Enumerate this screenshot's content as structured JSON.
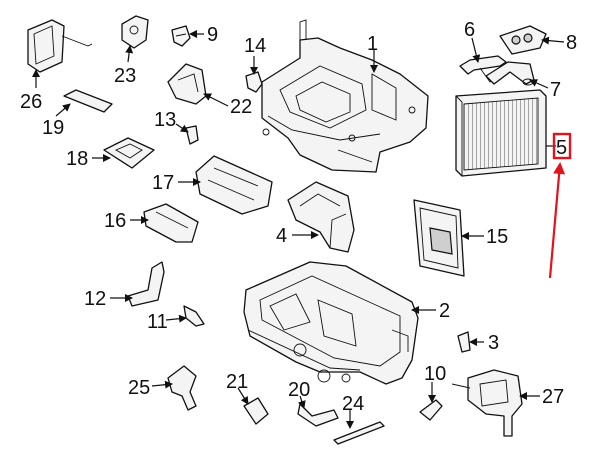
{
  "callouts": [
    "1",
    "2",
    "3",
    "4",
    "5",
    "6",
    "7",
    "8",
    "9",
    "10",
    "11",
    "12",
    "13",
    "14",
    "15",
    "16",
    "17",
    "18",
    "19",
    "20",
    "21",
    "22",
    "23",
    "24",
    "25",
    "26",
    "27"
  ],
  "highlight": {
    "callout": "5",
    "color": "#e3131b"
  },
  "colors": {
    "line_art": "#111111",
    "highlight": "#e3131b",
    "background": "#ffffff"
  }
}
